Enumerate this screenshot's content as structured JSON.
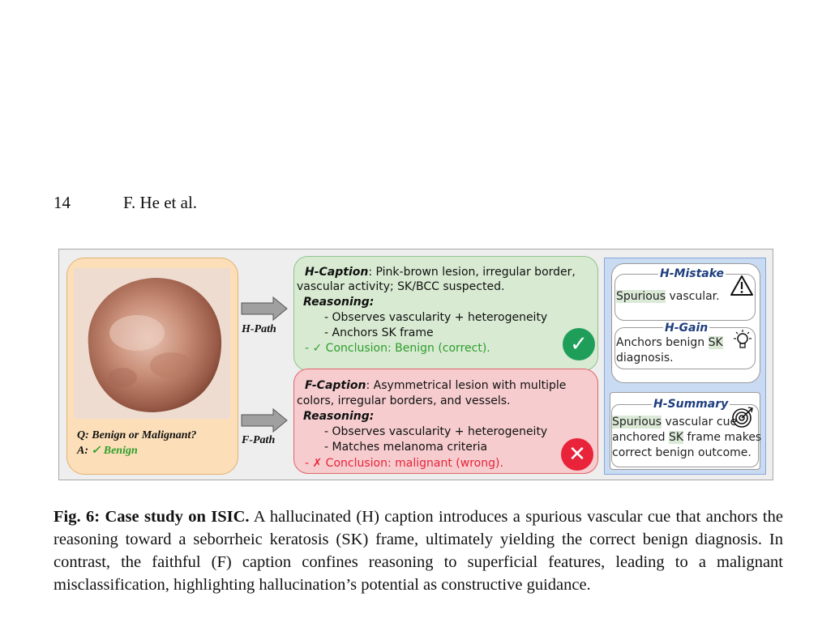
{
  "page": {
    "number": "14",
    "authors": "F. He et al."
  },
  "figure": {
    "question": "Q: Benign or Malignant?",
    "answer_prefix": "A:",
    "answer_mark": "✓",
    "answer_value": "Benign",
    "h_path_label": "H-Path",
    "f_path_label": "F-Path",
    "h_card": {
      "caption_title": "H-Caption",
      "caption_line1": ": Pink-brown lesion, irregular border,",
      "caption_line2": "vascular activity; SK/BCC suspected.",
      "reasoning_label": "Reasoning:",
      "step1": "- Observes vascularity + heterogeneity",
      "step2": "- Anchors SK frame",
      "conclusion": "- ✓ Conclusion:  Benign (correct).",
      "badge": "✓"
    },
    "f_card": {
      "caption_title": "F-Caption",
      "caption_line1": ": Asymmetrical lesion with multiple",
      "caption_line2": "colors, irregular borders, and vessels.",
      "reasoning_label": "Reasoning:",
      "step1": "- Observes vascularity + heterogeneity",
      "step2": "- Matches melanoma criteria",
      "conclusion": "- ✗ Conclusion: malignant (wrong).",
      "badge": "✕"
    },
    "h_mistake": {
      "title": "H-Mistake",
      "hl1": "Spurious",
      "text1": " vascular."
    },
    "h_gain": {
      "title": "H-Gain",
      "text1a": "Anchors benign ",
      "hl1": "SK",
      "text2": "diagnosis."
    },
    "h_summary": {
      "title": "H-Summary",
      "hl1": "Spurious",
      "text1": " vascular cue",
      "text2a": "anchored ",
      "hl2": "SK",
      "text2b": " frame makes",
      "text3": "correct benign outcome."
    },
    "colors": {
      "left_panel": "#fcdfb8",
      "h_card": "#d8ead2",
      "f_card": "#f6ccce",
      "right_panel": "#c9daf3",
      "correct": "#1f9e5a",
      "wrong": "#e8233a",
      "title_blue": "#1e3e7e"
    }
  },
  "caption": {
    "label": "Fig. 6: Case study on ISIC.",
    "text": " A hallucinated (H) caption introduces a spurious vascular cue that anchors the reasoning toward a seborrheic keratosis (SK) frame, ultimately yielding the correct benign diagnosis. In contrast, the faithful (F) caption confines reasoning to superficial features, leading to a malignant misclassification, highlighting hallucination’s potential as constructive guidance."
  }
}
